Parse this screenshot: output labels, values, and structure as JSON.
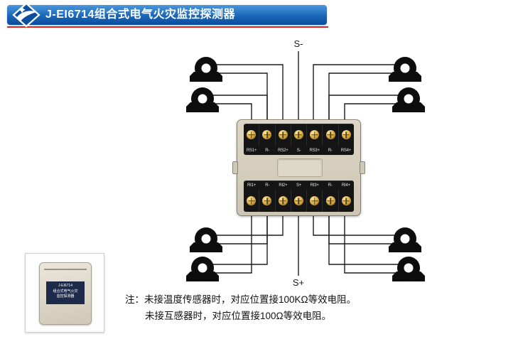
{
  "header": {
    "title": "J-EI6714组合式电气火灾监控探测器",
    "banner_color": "#1a67b8",
    "underline_color": "#d6281e"
  },
  "diagram": {
    "bus_top_label": "S-",
    "bus_bottom_label": "S+",
    "terminals_top": [
      "RS1+",
      "R-",
      "RS2+",
      "S-",
      "RS3+",
      "R-",
      "RS4+"
    ],
    "terminals_bottom": [
      "RI1+",
      "R-",
      "RI2+",
      "S+",
      "RI3+",
      "R-",
      "RI4+"
    ],
    "transformer_icon": "current-transformer",
    "wire_color": "#1c1c1c"
  },
  "thumbnail": {
    "label_lines": [
      "J-EI6714",
      "组合式电气火灾",
      "监控探测器"
    ]
  },
  "notes": {
    "prefix": "注：",
    "line1": "未接温度传感器时，对应位置接100KΩ等效电阻。",
    "line2": "未接互感器时，对应位置接100Ω等效电阻。"
  }
}
